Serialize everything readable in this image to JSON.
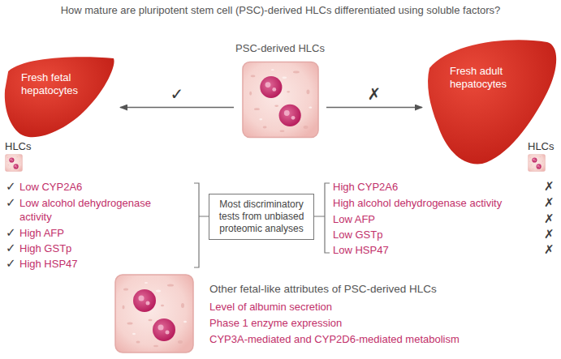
{
  "diagram": {
    "title": "How mature are pluripotent stem cell (PSC)-derived HLCs differentiated using soluble factors?",
    "nodes": [
      {
        "text": [
          "PSC-derived HLCs"
        ]
      },
      {
        "text": [
          "Fresh fetal hepatocytes"
        ]
      },
      {
        "text": [
          "Fresh adult hepatocytes"
        ]
      },
      {
        "text": [
          "Most discriminatory tests from unbiased proteomic analyses"
        ]
      }
    ],
    "edges": [
      {
        "from": 0,
        "to": 1,
        "label": "✓",
        "arrow": "to"
      },
      {
        "from": 0,
        "to": 2,
        "label": "✗",
        "arrow": "to"
      }
    ],
    "labels": [
      "HLCs",
      "✓",
      "Low CYP2A6",
      "✓",
      "Low alcohol dehydrogenase activity",
      "✓",
      "High AFP",
      "✓",
      "High GSTp",
      "✓",
      "High HSP47",
      "HLCs",
      "High CYP2A6",
      "✗",
      "High alcohol dehydrogenase activity",
      "✗",
      "Low AFP",
      "✗",
      "Low GSTp",
      "✗",
      "Low HSP47",
      "✗",
      "Other fetal-like attributes of PSC-derived HLCs",
      "Level of albumin secretion",
      "Phase 1 enzyme expression",
      "CYP3A-mediated and CYP2D6-mediated metabolism"
    ]
  }
}
